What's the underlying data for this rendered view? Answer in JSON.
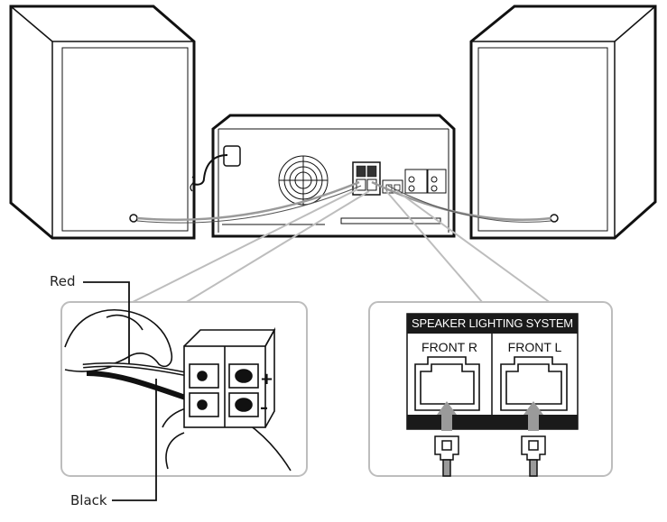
{
  "callouts": {
    "red_wire": "Red",
    "black_wire": "Black"
  },
  "terminal_signs": {
    "plus": "+",
    "minus": "–"
  },
  "connector_panel": {
    "header": "SPEAKER LIGHTING SYSTEM",
    "left_port": "FRONT R",
    "right_port": "FRONT L"
  },
  "colors": {
    "line": "#111111",
    "inset_border": "#bdbdbd",
    "cable": "#9a9a9a",
    "dark_band": "#1a1a1a"
  }
}
